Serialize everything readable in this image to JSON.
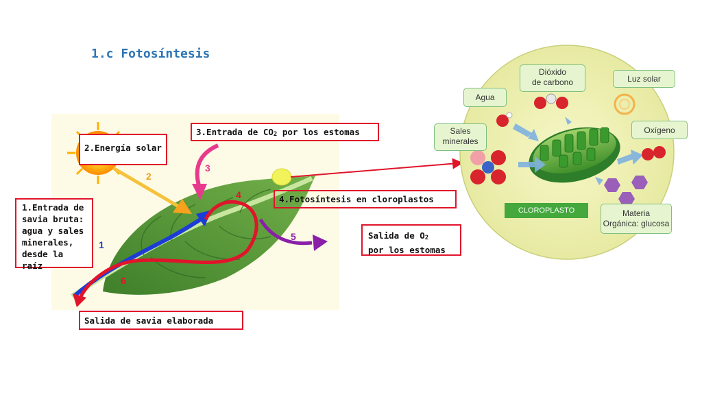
{
  "title": "1.c Fotosíntesis",
  "labels": {
    "energia": "2.Energía solar",
    "co2_a": "3.Entrada de CO",
    "co2_sub": "2",
    "co2_b": " por los estomas",
    "fotosintesis": "4.Fotosíntesis en cloroplastos",
    "savia_bruta": [
      "1.Entrada de",
      "savia bruta:",
      "agua y sales",
      "minerales,",
      "desde la raíz"
    ],
    "o2_a": "Salida de O",
    "o2_sub": "2",
    "o2_b": "por los estomas",
    "savia_elaborada": "Salida de savia elaborada"
  },
  "leaf_numbers": [
    "1",
    "2",
    "3",
    "4",
    "5",
    "6"
  ],
  "chloroplast": {
    "dioxido": [
      "Dióxido",
      "de carbono"
    ],
    "luz": "Luz solar",
    "agua": "Agua",
    "sales": [
      "Sales",
      "minerales"
    ],
    "oxigeno": "Oxígeno",
    "badge": "CLOROPLASTO",
    "materia": [
      "Materia",
      "Orgánica: glucosa"
    ]
  },
  "colors": {
    "title": "#2e74b5",
    "box_border": "#e0142b",
    "leaf": "#5a9a3a",
    "circle": "#eef0b0",
    "green_label": "#e6f5cf",
    "badge": "#44a83c"
  }
}
